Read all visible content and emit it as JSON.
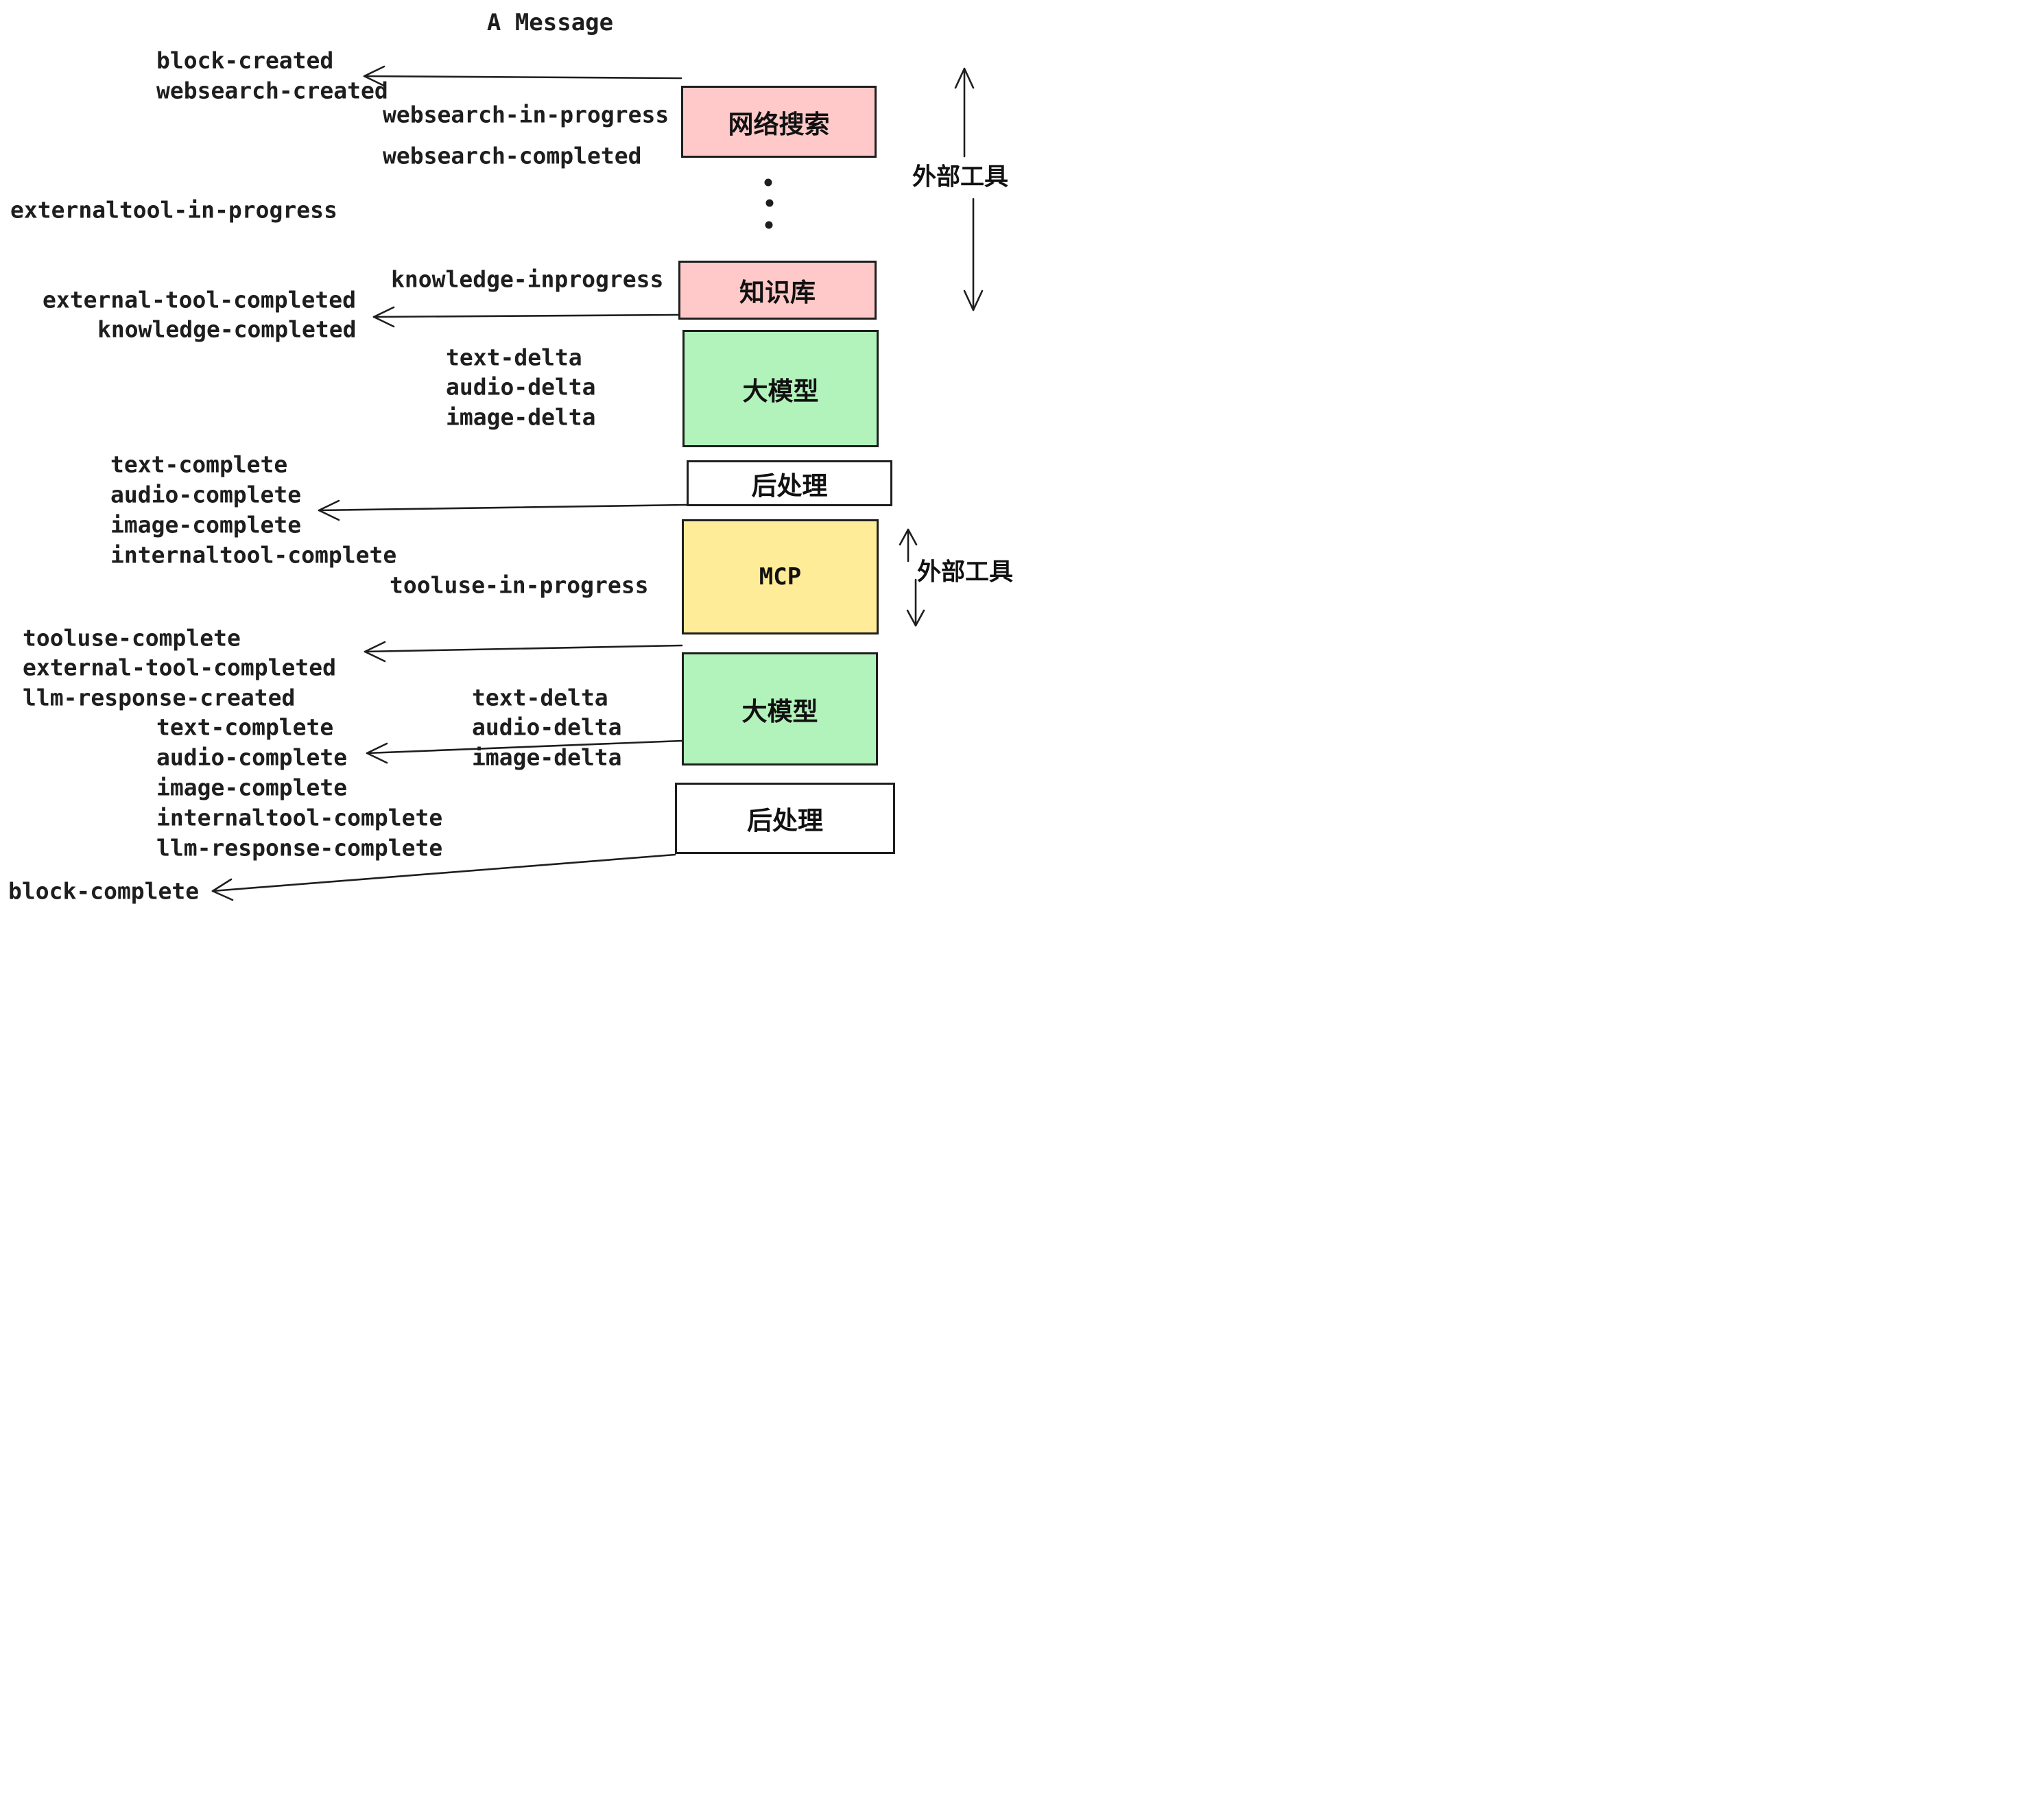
{
  "title": "A Message",
  "colors": {
    "pink": "#ffc9c9",
    "green": "#b2f2bb",
    "yellow": "#ffec99",
    "white": "#ffffff",
    "stroke": "#1e1e1e"
  },
  "boxes": [
    {
      "label": "网络搜索",
      "color": "pink"
    },
    {
      "label": "知识库",
      "color": "pink"
    },
    {
      "label": "大模型",
      "color": "green"
    },
    {
      "label": "后处理",
      "color": "white"
    },
    {
      "label": "MCP",
      "color": "yellow"
    },
    {
      "label": "大模型",
      "color": "green"
    },
    {
      "label": "后处理",
      "color": "white"
    }
  ],
  "annotations": [
    {
      "label": "外部工具"
    },
    {
      "label": "外部工具"
    }
  ],
  "events": [
    {
      "text": "block-created"
    },
    {
      "text": "websearch-created"
    },
    {
      "text": "websearch-in-progress"
    },
    {
      "text": "websearch-completed"
    },
    {
      "text": "externaltool-in-progress"
    },
    {
      "text": "knowledge-inprogress"
    },
    {
      "text": "external-tool-completed"
    },
    {
      "text": "knowledge-completed"
    },
    {
      "text": "text-delta"
    },
    {
      "text": "audio-delta"
    },
    {
      "text": "image-delta"
    },
    {
      "text": "text-complete"
    },
    {
      "text": "audio-complete"
    },
    {
      "text": "image-complete"
    },
    {
      "text": "internaltool-complete"
    },
    {
      "text": "tooluse-in-progress"
    },
    {
      "text": "tooluse-complete"
    },
    {
      "text": "external-tool-completed"
    },
    {
      "text": "llm-response-created"
    },
    {
      "text": "text-delta"
    },
    {
      "text": "audio-delta"
    },
    {
      "text": "image-delta"
    },
    {
      "text": "text-complete"
    },
    {
      "text": "audio-complete"
    },
    {
      "text": "image-complete"
    },
    {
      "text": "internaltool-complete"
    },
    {
      "text": "llm-response-complete"
    },
    {
      "text": "block-complete"
    }
  ]
}
